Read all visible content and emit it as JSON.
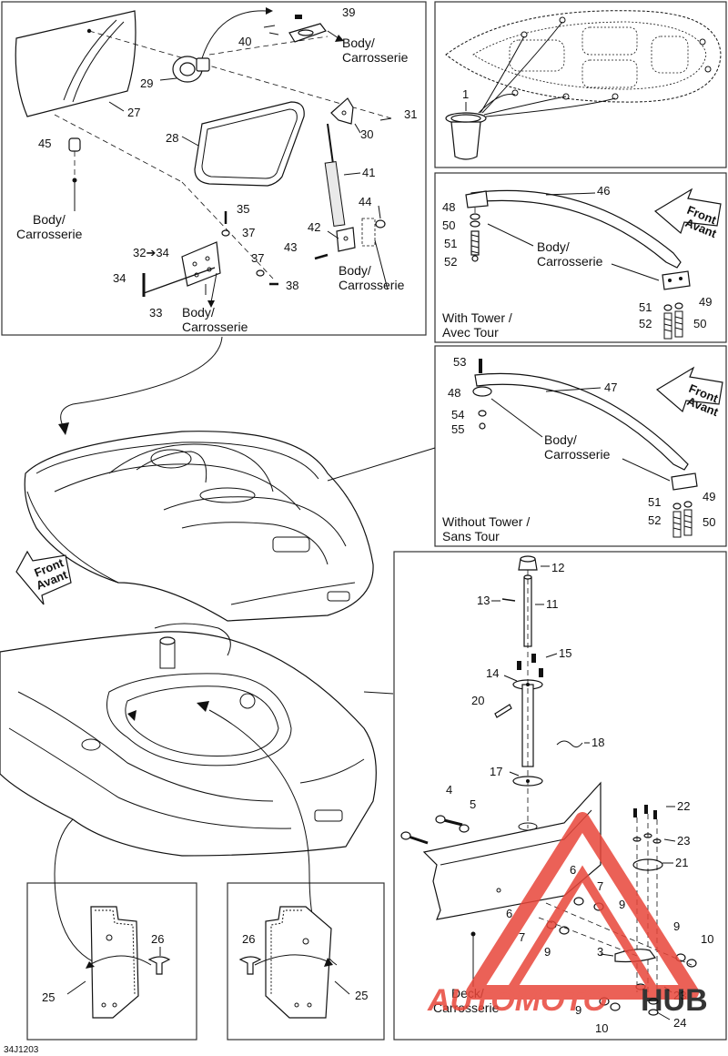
{
  "diagram_code": "34J1203",
  "labels": {
    "body_carrosserie": [
      "Body/",
      "Carrosserie"
    ],
    "deck_carrosserie": [
      "Deck/",
      "Carrosserie"
    ],
    "front_avant": [
      "Front",
      "Avant"
    ],
    "with_tower": [
      "With Tower /",
      "Avec Tour"
    ],
    "without_tower": [
      "Without Tower /",
      "Sans Tour"
    ],
    "arrow_32_34": "32➔34"
  },
  "watermark": {
    "text_red": "AUTOMOTO",
    "text_black": "HUB",
    "color": "#e8463a"
  },
  "colors": {
    "line": "#111111",
    "frame": "#333333",
    "watermark": "#e8463a"
  },
  "parts": {
    "p1": "1",
    "p3": "3",
    "p4": "4",
    "p5": "5",
    "p6": "6",
    "p7": "7",
    "p9": "9",
    "p10": "10",
    "p11": "11",
    "p12": "12",
    "p13": "13",
    "p14": "14",
    "p15": "15",
    "p17": "17",
    "p18": "18",
    "p20": "20",
    "p21": "21",
    "p22": "22",
    "p23": "23",
    "p24": "24",
    "p25": "25",
    "p26": "26",
    "p27": "27",
    "p28": "28",
    "p29": "29",
    "p30": "30",
    "p31": "31",
    "p33": "33",
    "p34": "34",
    "p35": "35",
    "p37": "37",
    "p38": "38",
    "p39": "39",
    "p40": "40",
    "p41": "41",
    "p42": "42",
    "p43": "43",
    "p44": "44",
    "p45": "45",
    "p46": "46",
    "p47": "47",
    "p48": "48",
    "p49": "49",
    "p50": "50",
    "p51": "51",
    "p52": "52",
    "p53": "53",
    "p54": "54",
    "p55": "55"
  }
}
